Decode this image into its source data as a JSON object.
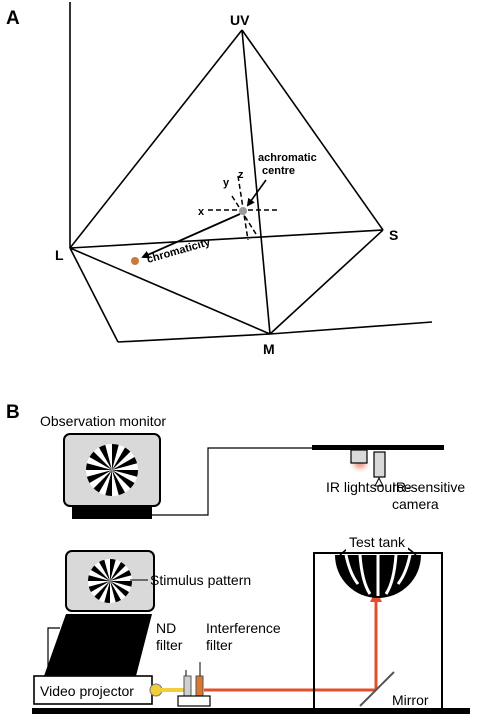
{
  "panel_a": {
    "label": "A",
    "vertices": {
      "uv": "UV",
      "l": "L",
      "s": "S",
      "m": "M"
    },
    "axes": {
      "x": "x",
      "y": "y",
      "z": "z"
    },
    "achromatic_line1": "achromatic",
    "achromatic_line2": "centre",
    "chromaticity": "chromaticity"
  },
  "panel_b": {
    "label": "B",
    "observation_monitor": "Observation monitor",
    "ir_lightsource": "IR lightsource",
    "ir_camera_line1": "IR-sensitive",
    "ir_camera_line2": "camera",
    "test_tank": "Test tank",
    "stimulus_pattern": "Stimulus pattern",
    "nd_filter_line1": "ND",
    "nd_filter_line2": "filter",
    "interference_line1": "Interference",
    "interference_line2": "filter",
    "video_projector": "Video projector",
    "mirror": "Mirror"
  },
  "colors": {
    "chromaticity_point": "#c87a3a",
    "achromatic_point": "#9a9a9a",
    "light_beam": "#e0502a",
    "projector_lens": "#f2cf3a",
    "interference_filter": "#d9782e",
    "device_fill": "#d9d9d9"
  }
}
